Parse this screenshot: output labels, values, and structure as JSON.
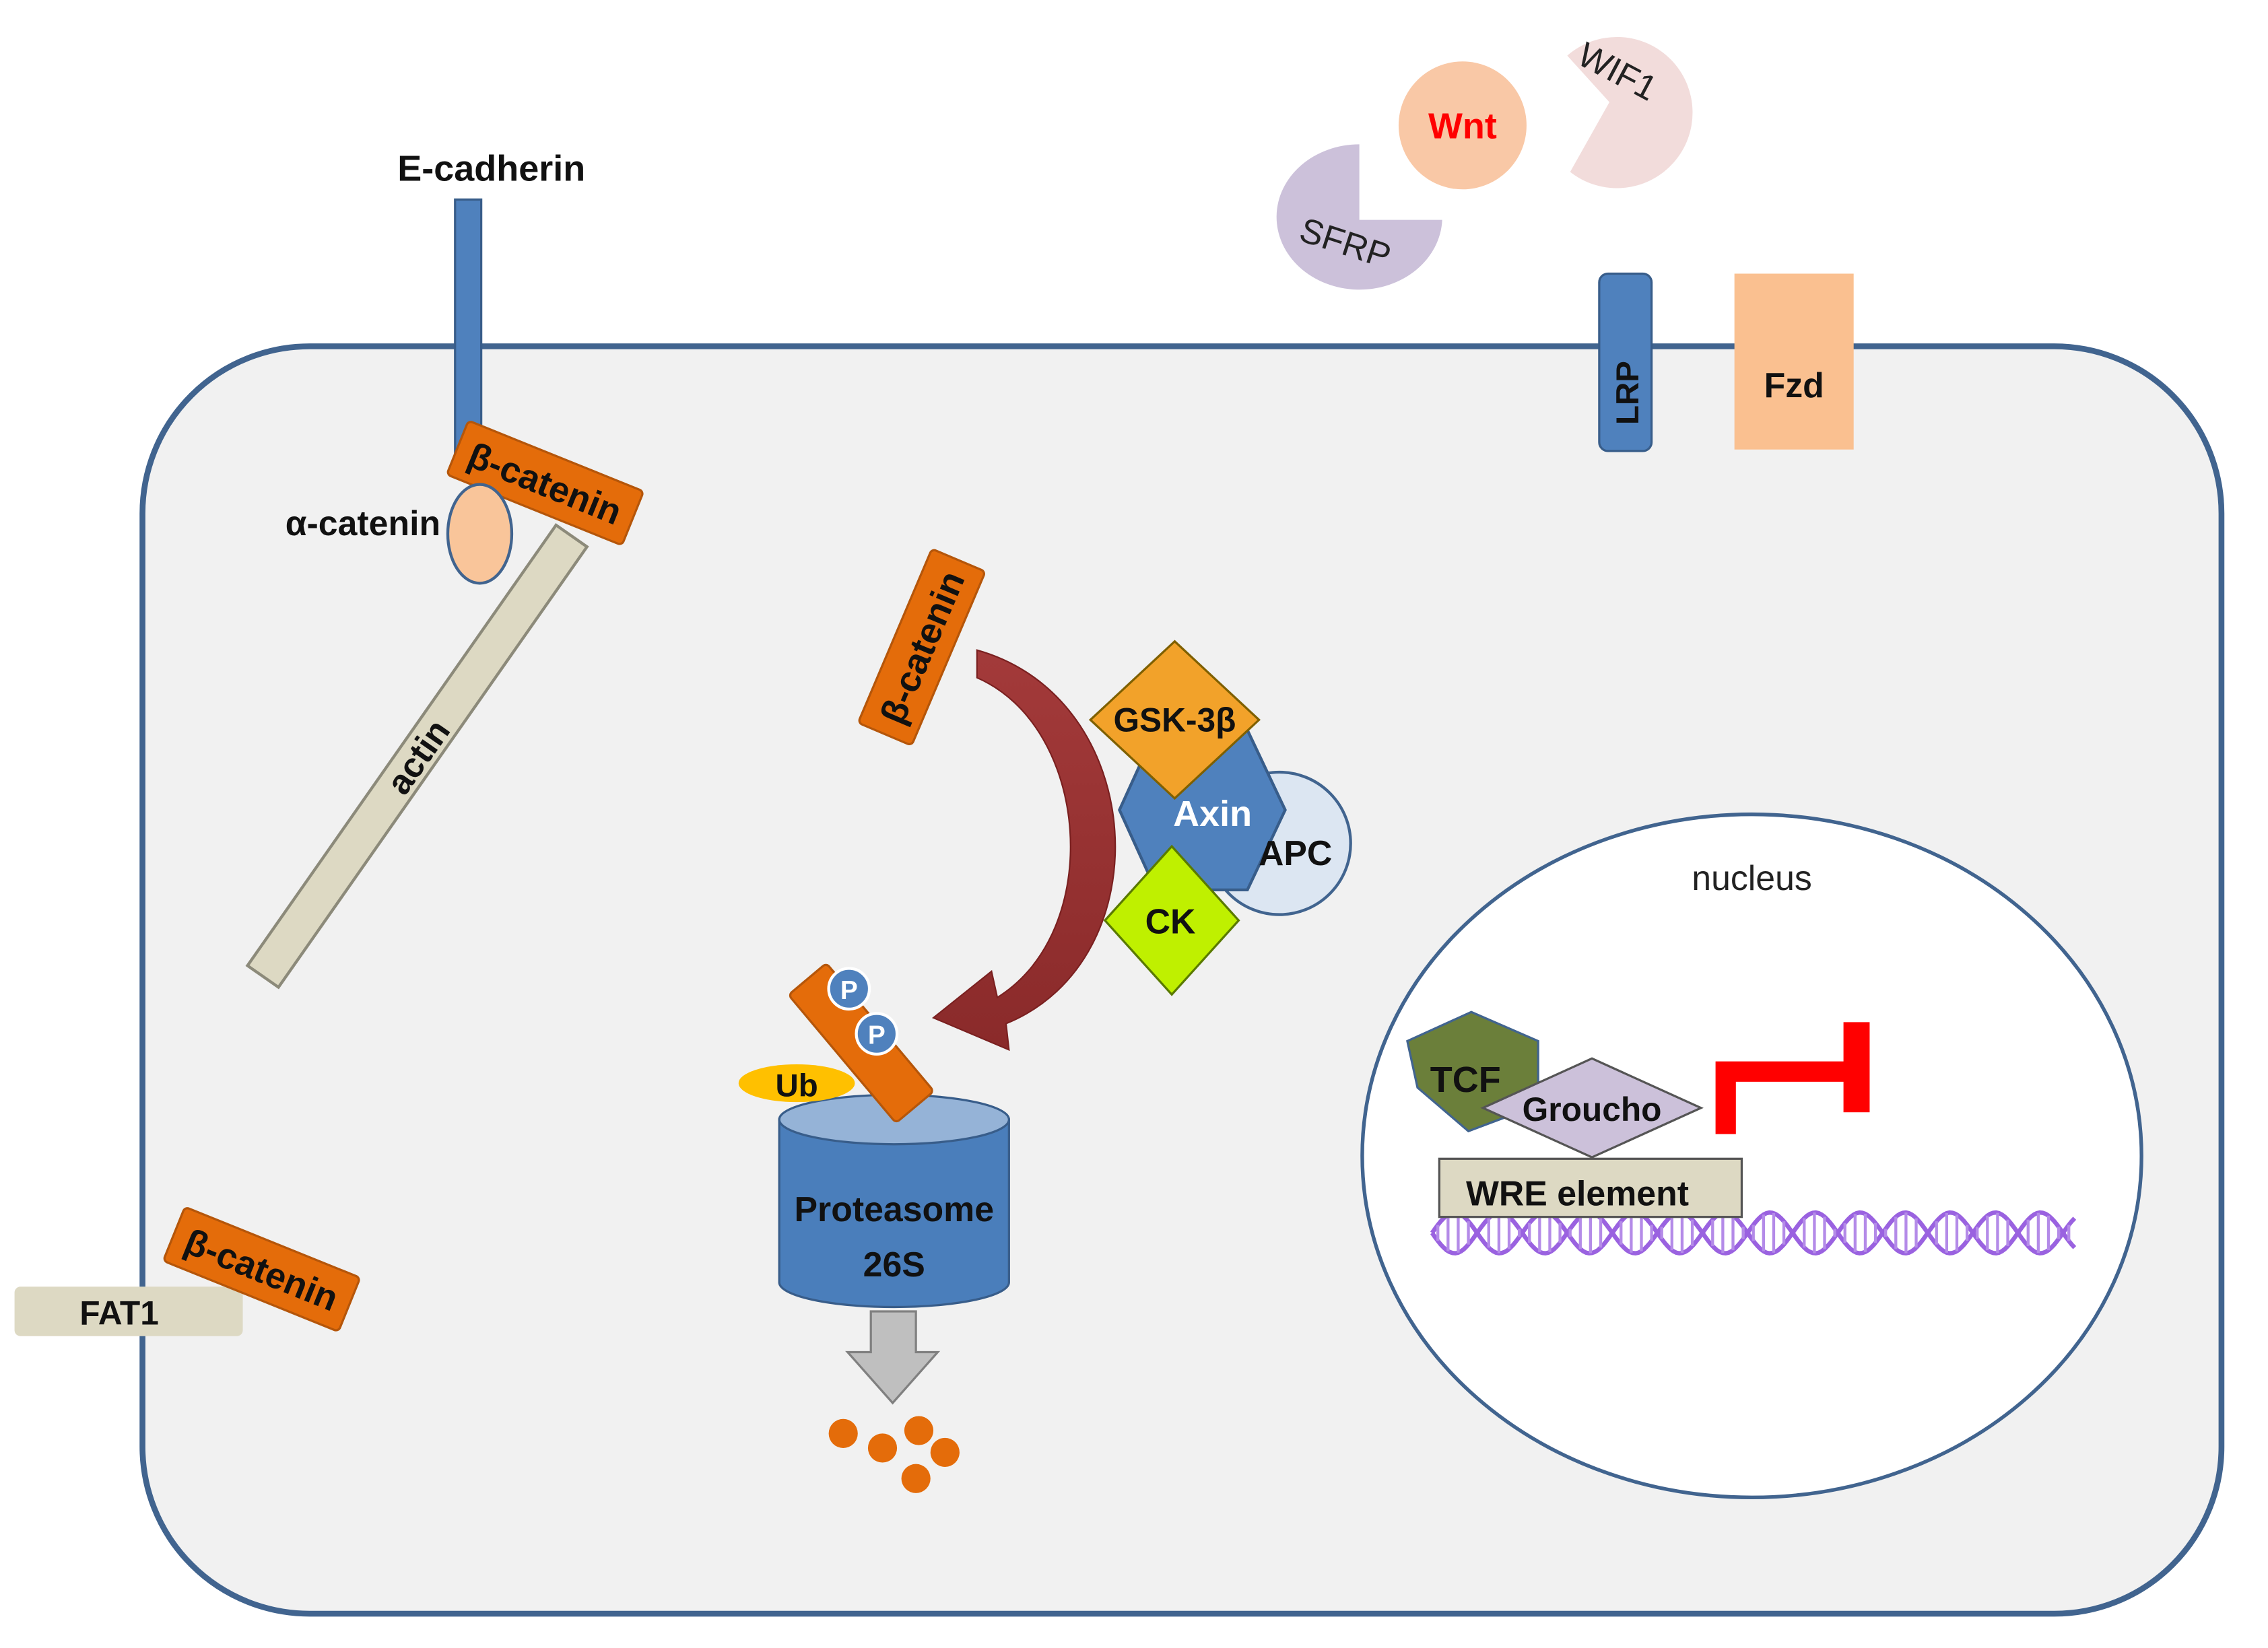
{
  "labels": {
    "e_cadherin": "E-cadherin",
    "beta_catenin_membrane": "β-catenin",
    "alpha_catenin": "α-catenin",
    "actin": "actin",
    "beta_catenin_free": "β-catenin",
    "gsk3b": "GSK-3β",
    "axin": "Axin",
    "apc": "APC",
    "ck": "CK",
    "p1": "P",
    "p2": "P",
    "ub": "Ub",
    "proteasome_line1": "Proteasome",
    "proteasome_line2": "26S",
    "beta_catenin_fat1": "β-catenin",
    "fat1": "FAT1",
    "wnt": "Wnt",
    "sfrp": "SFRP",
    "wif1": "WIF1",
    "lrp": "LRP",
    "fzd": "Fzd",
    "nucleus": "nucleus",
    "tcf": "TCF",
    "groucho": "Groucho",
    "wre": "WRE element"
  },
  "colors": {
    "cell_fill": "#f1f1f1",
    "cell_border": "#41648f",
    "beta_catenin": "#e46c0a",
    "actin": "#ddd9c3",
    "alpha_catenin": "#f9c59a",
    "membrane_protein": "#4f81bd",
    "gsk3b": "#f2a22a",
    "ck": "#bff000",
    "apc": "#dce6f2",
    "proteasome": "#4a7ebb",
    "proteasome_top": "#95b3d7",
    "ub": "#ffc000",
    "wnt": "#f9c8a6",
    "wnt_text": "#ff0000",
    "sfrp": "#ccc1da",
    "wif1": "#f2dcdb",
    "fzd": "#fac090",
    "tcf": "#6b7f3a",
    "groucho": "#ccc1da",
    "wre": "#ddd9c3",
    "repression": "#ff0000",
    "dna": "#9a62e0",
    "arrow": "#9b2d2d",
    "degradation_arrow": "#bfbfbf"
  }
}
